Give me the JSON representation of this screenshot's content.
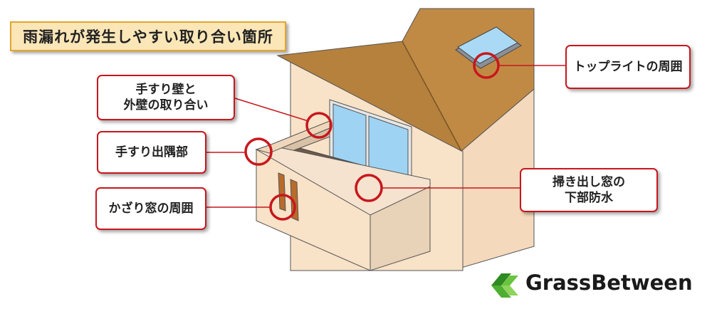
{
  "title": "雨漏れが発生しやすい取り合い箇所",
  "callouts": {
    "toplight": "トップライトの周囲",
    "wall_junction_line1": "手すり壁と",
    "wall_junction_line2": "外壁の取り合い",
    "handrail_corner": "手すり出隅部",
    "decorative_window": "かざり窓の周囲",
    "sweep_window_line1": "掃き出し窓の",
    "sweep_window_line2": "下部防水"
  },
  "logo": {
    "text": "GrassBetween"
  },
  "colors": {
    "accent_red": "#c8171d",
    "title_bg": "#fbe6b7",
    "roof": "#c08a45",
    "wall": "#f7dfc4",
    "glass": "#9fd3f3",
    "logo_green": "#4fae32"
  }
}
